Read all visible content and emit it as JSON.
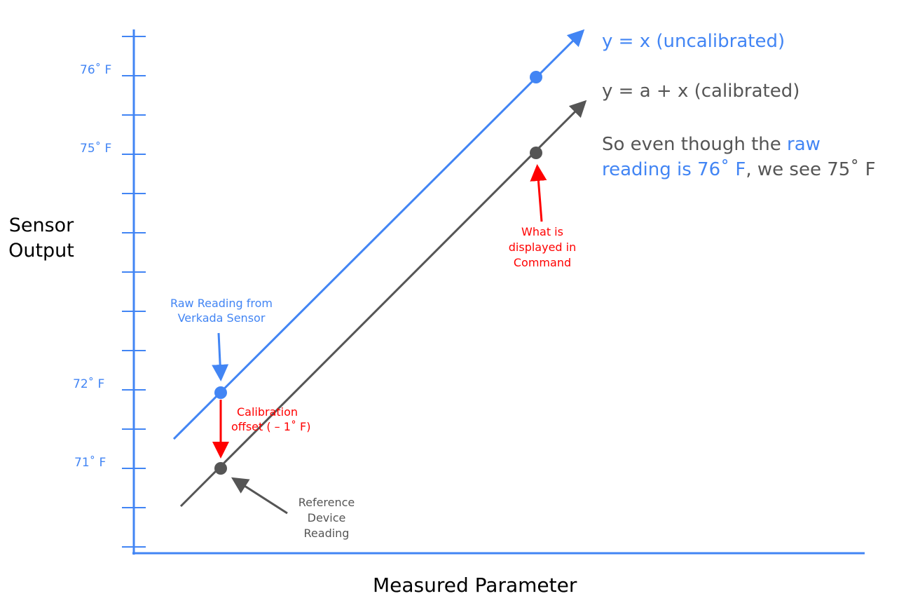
{
  "colors": {
    "raw": "#4285f4",
    "calibrated": "#555555",
    "annotation": "#ff0000"
  },
  "axes": {
    "y_label_line1": "Sensor",
    "y_label_line2": "Output",
    "x_label": "Measured Parameter",
    "y_ticks": [
      "76˚ F",
      "75˚ F",
      "72˚ F",
      "71˚ F"
    ]
  },
  "legend": {
    "uncalibrated": "y = x (uncalibrated)",
    "calibrated": "y = a + x (calibrated)"
  },
  "explanation": {
    "part1": "So even though the ",
    "part2": "raw",
    "part3": "reading is 76˚ F",
    "part4": ", we see 75˚ F"
  },
  "annotations": {
    "raw_line1": "Raw Reading from",
    "raw_line2": "Verkada Sensor",
    "offset_line1": "Calibration",
    "offset_line2": "offset ( – 1˚ F)",
    "displayed_line1": "What is",
    "displayed_line2": "displayed in",
    "displayed_line3": "Command",
    "reference_line1": "Reference",
    "reference_line2": "Device",
    "reference_line3": "Reading"
  }
}
